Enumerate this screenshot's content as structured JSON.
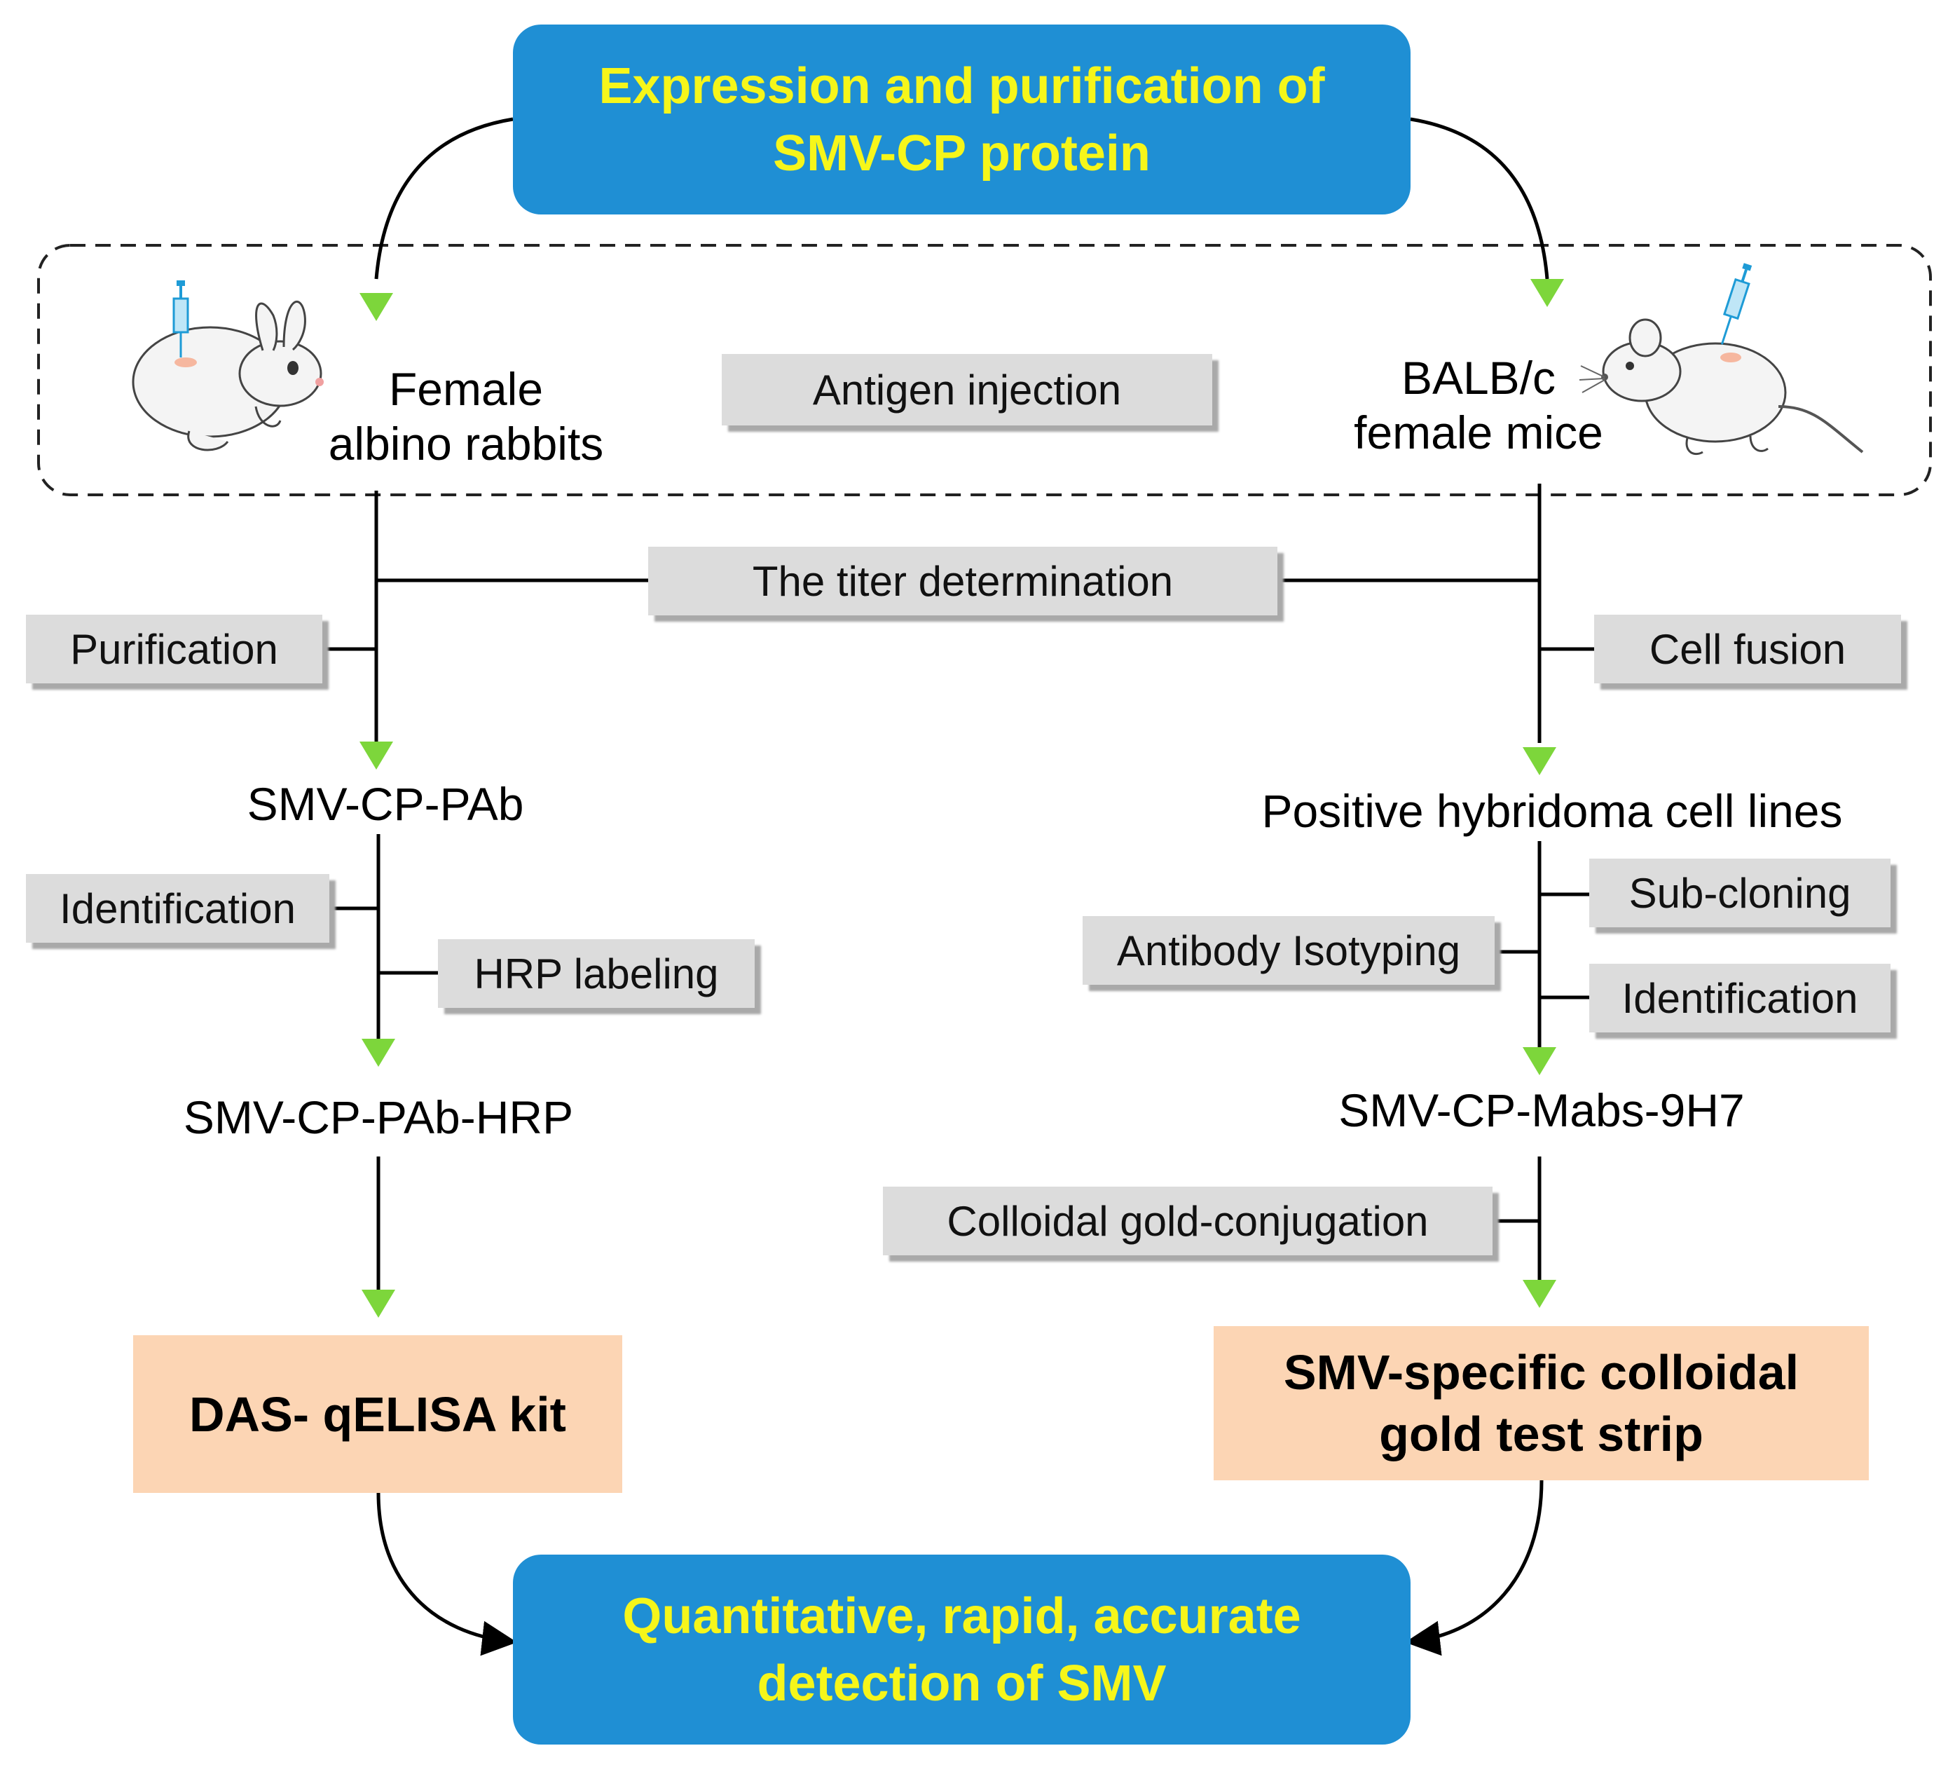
{
  "top_box": "Expression and purification of\nSMV-CP protein",
  "bottom_box": "Quantitative, rapid, accurate\ndetection of SMV",
  "injection": {
    "left_animal": "Female\nalbino rabbits",
    "step": "Antigen injection",
    "right_animal": "BALB/c\nfemale mice"
  },
  "titer_step": "The titer determination",
  "left_branch": {
    "purification": "Purification",
    "pab": "SMV-CP-PAb",
    "identification": "Identification",
    "hrp_labeling": "HRP labeling",
    "pab_hrp": "SMV-CP-PAb-HRP",
    "kit": "DAS- qELISA kit"
  },
  "right_branch": {
    "cell_fusion": "Cell fusion",
    "hybridoma": "Positive hybridoma cell lines",
    "subcloning": "Sub-cloning",
    "isotyping": "Antibody Isotyping",
    "identification": "Identification",
    "mabs": "SMV-CP-Mabs-9H7",
    "gold_conjugation": "Colloidal gold-conjugation",
    "strip": "SMV-specific colloidal\ngold test strip"
  },
  "colors": {
    "blue_box": "#1f8fd4",
    "blue_text": "#f6f61a",
    "gray_box": "#dcdcdc",
    "peach_box": "#fcd5b4",
    "arrow_green": "#7dd63b",
    "syringe": "#1e9bd6"
  },
  "icons": [
    "rabbit-icon",
    "mouse-icon",
    "syringe-icon"
  ]
}
